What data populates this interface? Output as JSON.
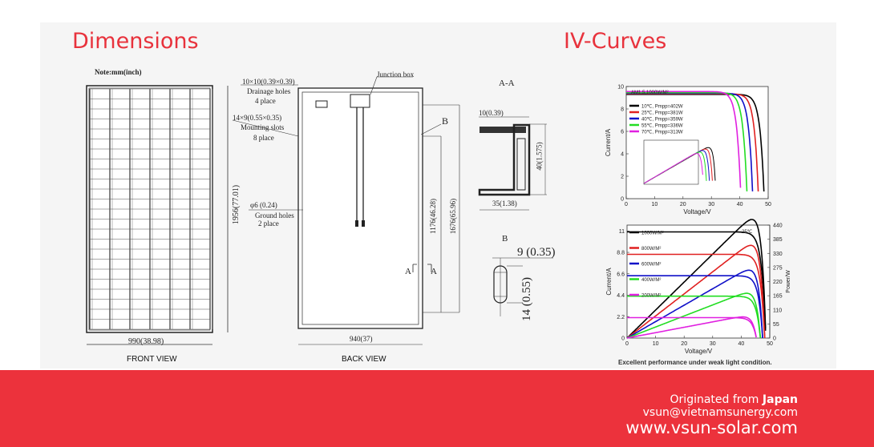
{
  "headings": {
    "dimensions": "Dimensions",
    "iv_curves": "IV-Curves"
  },
  "front": {
    "note": "Note:mm(inch)",
    "height": "1956(77.01)",
    "width": "990(38.98)",
    "label": "FRONT VIEW"
  },
  "back": {
    "drainage": "10×10(0.39×0.39)",
    "drainage2": "Drainage holes",
    "drainage3": "4 place",
    "mount": "14×9(0.55×0.35)",
    "mount2": "Mounting slots",
    "mount3": "8 place",
    "ground": "φ6 (0.24)",
    "ground2": "Ground holes",
    "ground3": "2 place",
    "jbox": "Junction box",
    "b": "B",
    "a1": "A",
    "a2": "A",
    "d1": "1176(46.28)",
    "d2": "1676(65.96)",
    "width": "940(37)",
    "label": "BACK VIEW"
  },
  "section": {
    "title": "A-A",
    "d1": "10(0.39)",
    "d2": "40(1.575)",
    "d3": "35(1.38)",
    "b_title": "B",
    "b1": "9 (0.35)",
    "b2": "14 (0.55)"
  },
  "chart_data": [
    {
      "type": "line",
      "title": "AM1.5,1000W/M²",
      "xlabel": "Voltage/V",
      "ylabel": "Current/A",
      "xlim": [
        0,
        50
      ],
      "ylim": [
        0,
        10
      ],
      "xticks": [
        "0",
        "10",
        "20",
        "30",
        "40",
        "50"
      ],
      "yticks": [
        "0",
        "2",
        "4",
        "6",
        "8",
        "10"
      ],
      "series": [
        {
          "name": "10℃, Pmpp=402W",
          "color": "#000000",
          "isc": 9.3,
          "voc": 48.6
        },
        {
          "name": "25℃, Pmpp=381W",
          "color": "#e02020",
          "isc": 9.35,
          "voc": 46.6
        },
        {
          "name": "40℃, Pmpp=359W",
          "color": "#1010c8",
          "isc": 9.4,
          "voc": 44.6
        },
        {
          "name": "55℃, Pmpp=336W",
          "color": "#22dd22",
          "isc": 9.45,
          "voc": 42.6
        },
        {
          "name": "70℃, Pmpp=313W",
          "color": "#e020e0",
          "isc": 9.55,
          "voc": 40.4
        }
      ]
    },
    {
      "type": "line",
      "title": "25℃",
      "xlabel": "Voltage/V",
      "ylabel": "Current/A",
      "y2label": "Power/W",
      "xlim": [
        0,
        50
      ],
      "ylim": [
        0,
        11.6
      ],
      "y2lim": [
        0,
        440
      ],
      "xticks": [
        "0",
        "10",
        "20",
        "30",
        "40",
        "50"
      ],
      "yticks": [
        "0",
        "2.2",
        "4.4",
        "6.6",
        "8.8",
        "11"
      ],
      "y2ticks": [
        "0",
        "55",
        "110",
        "165",
        "220",
        "275",
        "330",
        "385",
        "440"
      ],
      "series": [
        {
          "name": "1000W/M²",
          "color": "#000000",
          "isc": 10.9,
          "voc": 48.6
        },
        {
          "name": "800W/M²",
          "color": "#e02020",
          "isc": 8.6,
          "voc": 48.2
        },
        {
          "name": "600W/M²",
          "color": "#1010c8",
          "isc": 6.4,
          "voc": 47.5
        },
        {
          "name": "400W/M²",
          "color": "#22dd22",
          "isc": 4.3,
          "voc": 46.7
        },
        {
          "name": "200W/M²",
          "color": "#e020e0",
          "isc": 2.1,
          "voc": 45.3
        }
      ],
      "caption": "Excellent performance under weak light condition."
    }
  ],
  "footer": {
    "origin": "Originated from ",
    "country": "Japan",
    "email": "vsun@vietnamsunergy.com",
    "web": "www.vsun-solar.com"
  }
}
